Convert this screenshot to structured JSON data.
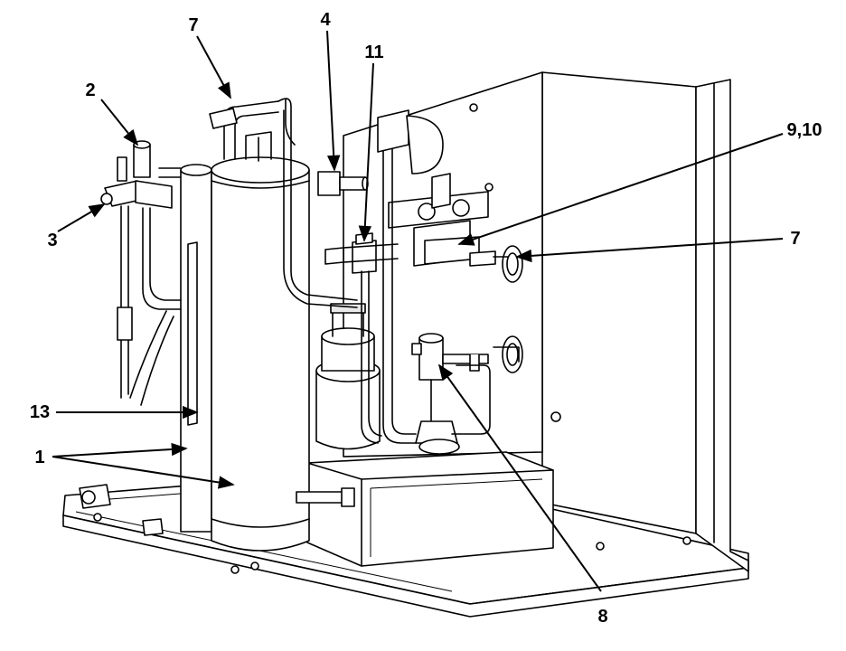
{
  "callouts": [
    {
      "id": "c1",
      "text": "1"
    },
    {
      "id": "c2",
      "text": "2"
    },
    {
      "id": "c3",
      "text": "3"
    },
    {
      "id": "c4",
      "text": "4"
    },
    {
      "id": "c7a",
      "text": "7"
    },
    {
      "id": "c7b",
      "text": "7"
    },
    {
      "id": "c8",
      "text": "8"
    },
    {
      "id": "c910",
      "text": "9,10"
    },
    {
      "id": "c11",
      "text": "11"
    },
    {
      "id": "c13",
      "text": "13"
    }
  ]
}
